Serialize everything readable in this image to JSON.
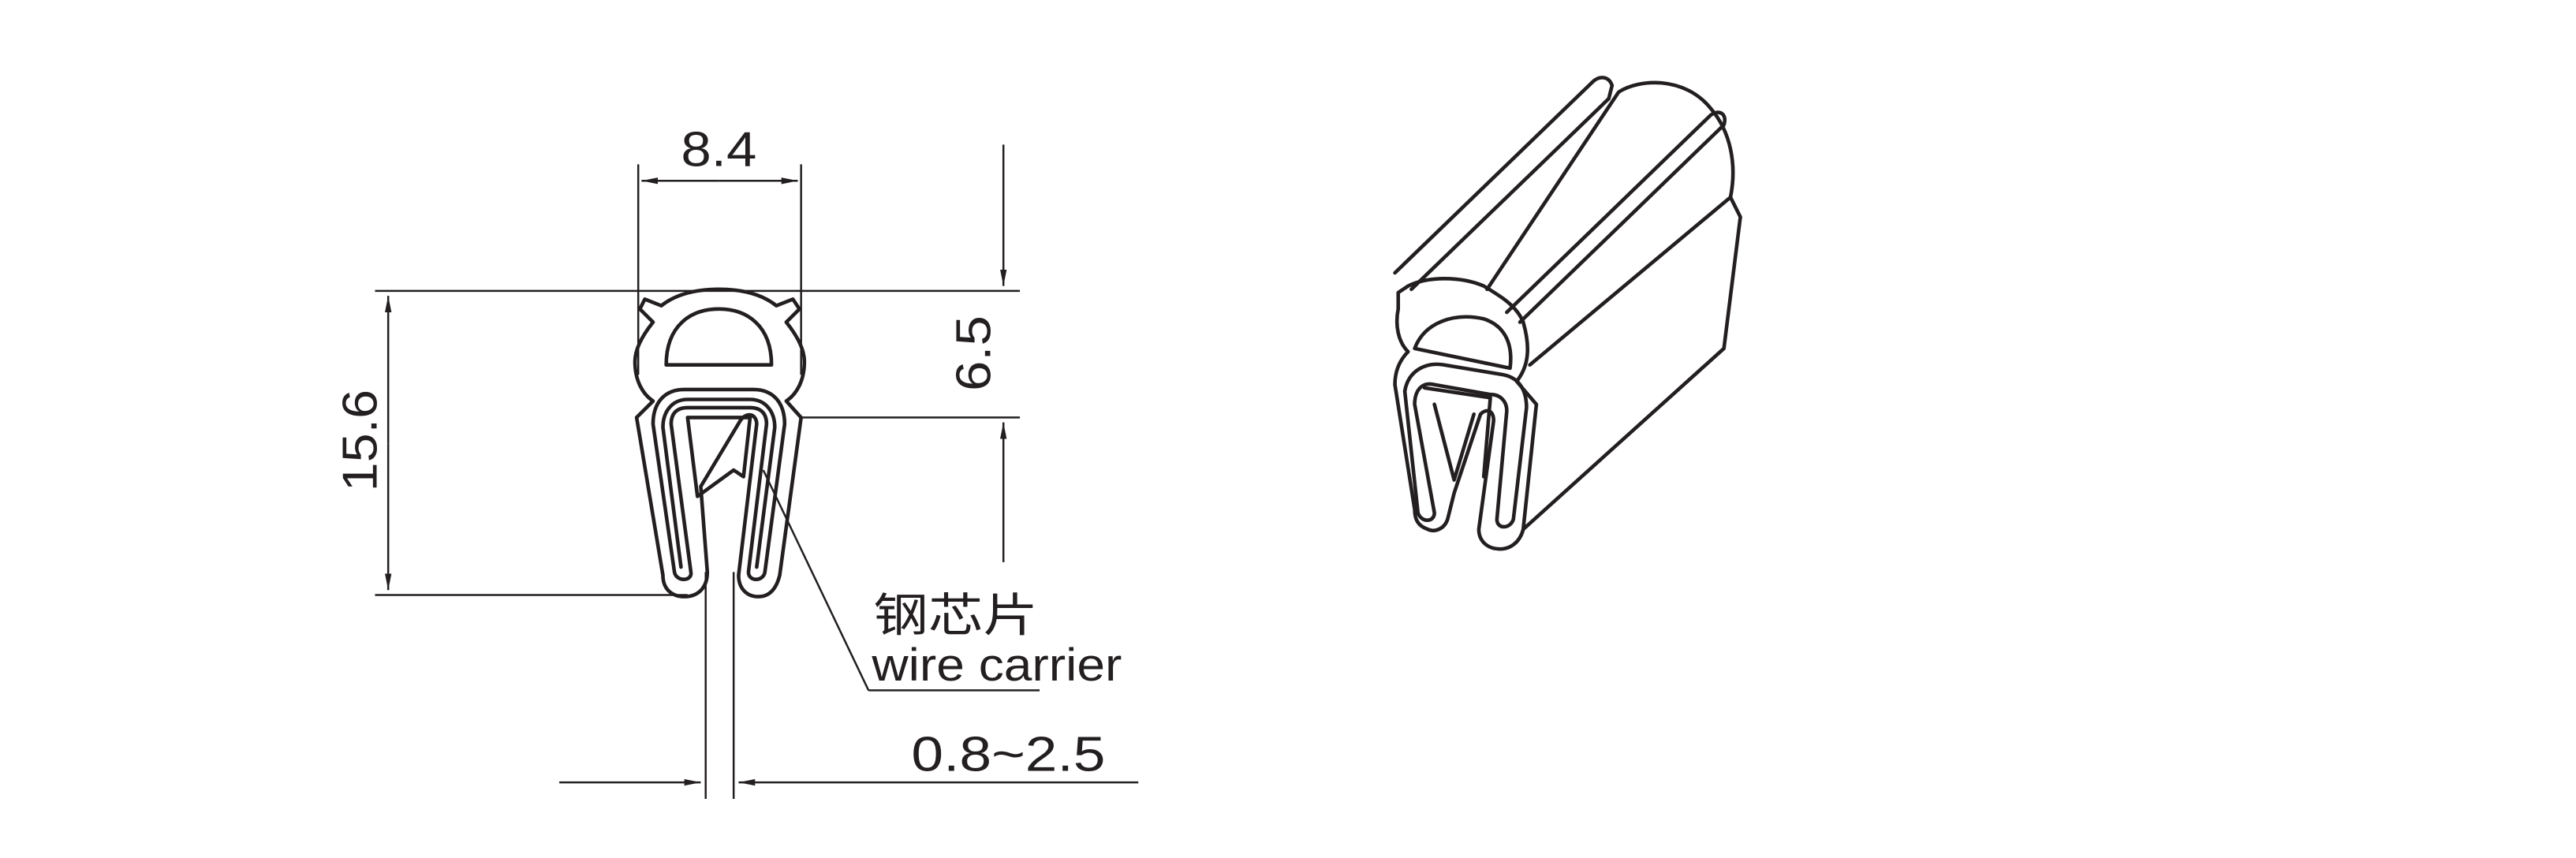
{
  "dimensions": {
    "width": "8.4",
    "height": "15.6",
    "upper_height": "6.5",
    "grip_range": "0.8~2.5"
  },
  "callout": {
    "label_cn": "钢芯片",
    "label_en": "wire carrier"
  },
  "colors": {
    "line": "#231f20",
    "background": "#ffffff"
  }
}
